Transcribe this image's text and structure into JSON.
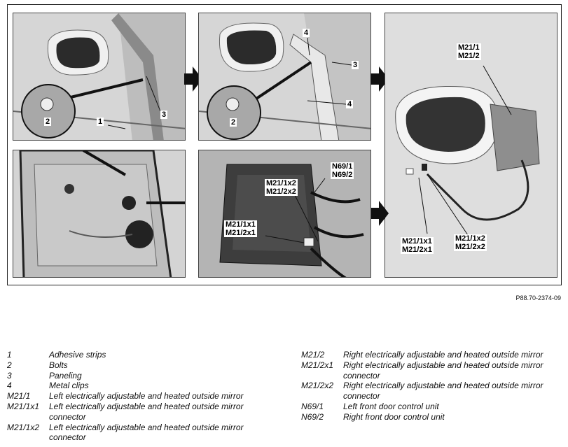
{
  "figure": {
    "callouts": {
      "p1": [
        "2",
        "1",
        "3"
      ],
      "p2": [
        "4",
        "3",
        "4",
        "2"
      ],
      "p3": [
        "M21/1",
        "M21/2",
        "M21/1x1",
        "M21/2x1",
        "M21/1x2",
        "M21/2x2"
      ],
      "p5": [
        "N69/1",
        "N69/2",
        "M21/1x2",
        "M21/2x2",
        "M21/1x1",
        "M21/2x1"
      ]
    },
    "reference": "P88.70-2374-09"
  },
  "legend": {
    "left": [
      {
        "code": "1",
        "desc": "Adhesive strips"
      },
      {
        "code": "2",
        "desc": "Bolts"
      },
      {
        "code": "3",
        "desc": "Paneling"
      },
      {
        "code": "4",
        "desc": "Metal clips"
      },
      {
        "code": "M21/1",
        "desc": "Left electrically adjustable and heated outside mirror"
      },
      {
        "code": "M21/1x1",
        "desc": "Left electrically adjustable and heated outside mirror connector"
      },
      {
        "code": "M21/1x2",
        "desc": "Left electrically adjustable and heated outside mirror connector"
      }
    ],
    "right": [
      {
        "code": "M21/2",
        "desc": "Right electrically adjustable and heated outside mirror"
      },
      {
        "code": "M21/2x1",
        "desc": "Right electrically adjustable and heated outside mirror connector"
      },
      {
        "code": "M21/2x2",
        "desc": "Right electrically adjustable and heated outside mirror connector"
      },
      {
        "code": "N69/1",
        "desc": "Left front door control unit"
      },
      {
        "code": "N69/2",
        "desc": "Right front door control unit"
      }
    ]
  }
}
